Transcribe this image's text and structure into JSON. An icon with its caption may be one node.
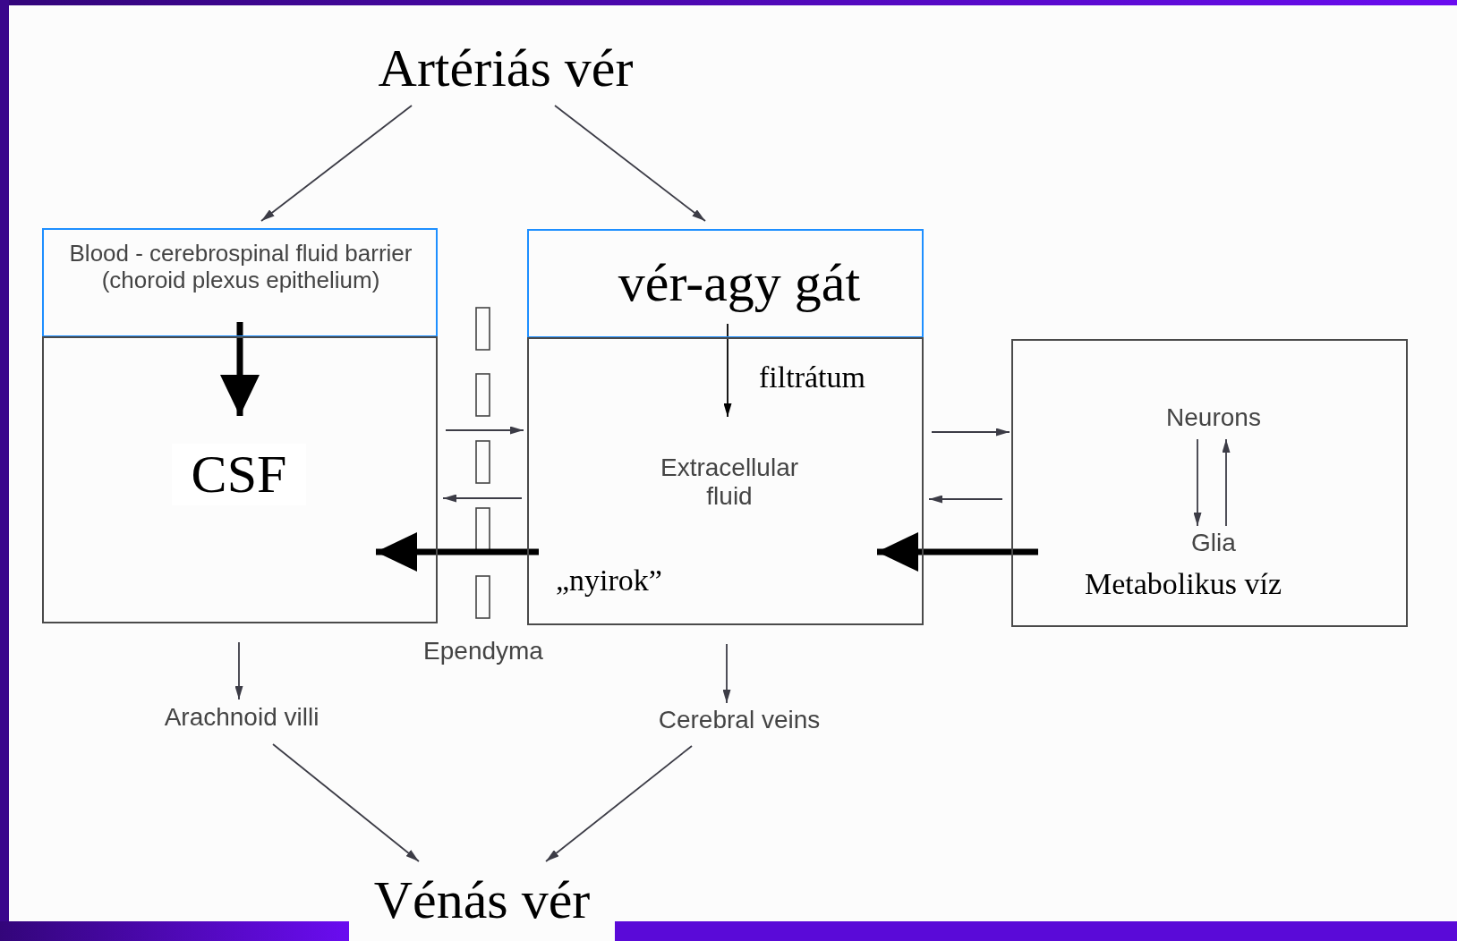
{
  "diagram": {
    "nodes": [
      {
        "text": [
          "Artériás vér"
        ]
      },
      {
        "text": [
          "Blood - cerebrospinal fluid barrier (choroid plexus epithelium)"
        ]
      },
      {
        "text": [
          "CSF"
        ]
      },
      {
        "text": [
          "vér-agy gát"
        ]
      },
      {
        "text": [
          "Extracellular fluid"
        ]
      },
      {
        "text": [
          "Metabolikus víz"
        ]
      },
      {
        "text": [
          "Neurons"
        ],
        "in": 5
      },
      {
        "text": [
          "Glia"
        ],
        "in": 5
      },
      {
        "text": [
          "Arachnoid villi"
        ]
      },
      {
        "text": [
          "Cerebral veins"
        ]
      },
      {
        "text": [
          "Vénás vér"
        ]
      }
    ],
    "edges": [
      {
        "from": 0,
        "to": 1,
        "arrow": "to"
      },
      {
        "from": 0,
        "to": 3,
        "arrow": "to"
      },
      {
        "from": 1,
        "to": 2,
        "arrow": "to",
        "style": "thick",
        "color": "#000000"
      },
      {
        "from": 3,
        "to": 4,
        "arrow": "to",
        "label": "filtrátum",
        "color": "#000000"
      },
      {
        "from": 2,
        "to": 4,
        "arrow": "to"
      },
      {
        "from": 4,
        "to": 2,
        "arrow": "to"
      },
      {
        "from": 4,
        "to": 2,
        "arrow": "to",
        "label": "„nyirok”",
        "style": "thick",
        "color": "#000000"
      },
      {
        "from": 4,
        "to": 5,
        "arrow": "to"
      },
      {
        "from": 5,
        "to": 4,
        "arrow": "to"
      },
      {
        "from": 5,
        "to": 4,
        "arrow": "to",
        "style": "thick",
        "color": "#000000"
      },
      {
        "from": 6,
        "to": 7,
        "arrow": "to"
      },
      {
        "from": 7,
        "to": 6,
        "arrow": "to"
      },
      {
        "from": 2,
        "to": 8,
        "arrow": "to"
      },
      {
        "from": 4,
        "to": 9,
        "arrow": "to"
      },
      {
        "from": 8,
        "to": 10,
        "arrow": "to"
      },
      {
        "from": 9,
        "to": 10,
        "arrow": "to"
      }
    ],
    "labels": [
      "Ependyma"
    ]
  }
}
